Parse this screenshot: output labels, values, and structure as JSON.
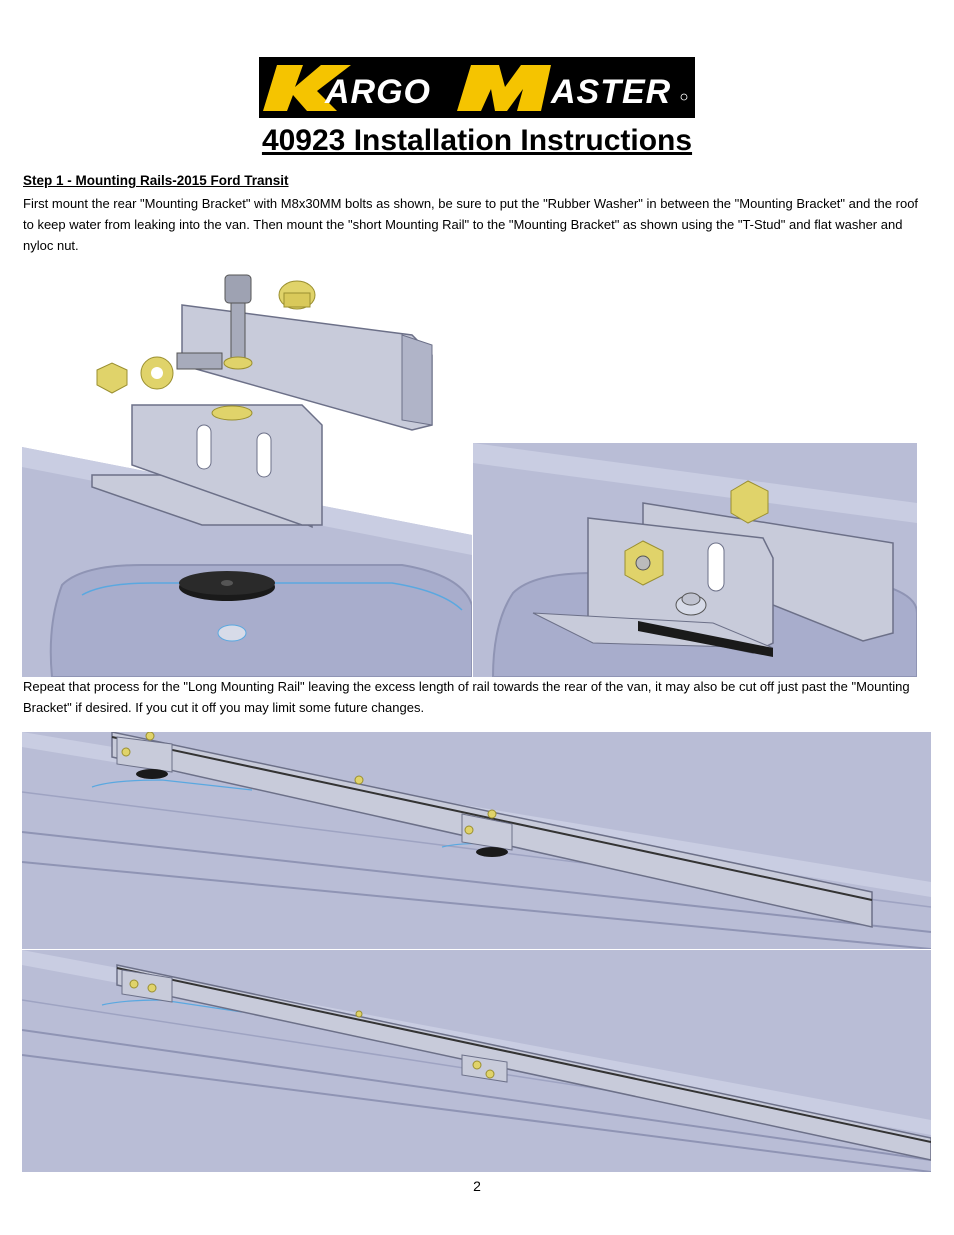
{
  "header": {
    "logo_text": "KARGO MASTER",
    "title": "40923 Installation Instructions"
  },
  "step1": {
    "heading": "Step 1 - Mounting Rails-2015 Ford Transit",
    "paragraph1": "First mount the rear \"Mounting Bracket\" with M8x30MM bolts as shown, be sure to put the \"Rubber Washer\" in between the \"Mounting Bracket\" and the roof to keep water from leaking into the van. Then mount the \"short Mounting Rail\" to the \"Mounting Bracket\" as shown using the \"T-Stud\" and flat washer and nyloc nut.",
    "paragraph2": "Repeat that process for the \"Long Mounting Rail\" leaving the excess length of rail towards the rear of the van, it may also be cut off just past the \"Mounting Bracket\" if desired. If you cut it off you may limit some future changes."
  },
  "footer": {
    "page_number": "2"
  },
  "colors": {
    "roof": "#b9bdd6",
    "roof_dark": "#9ea3c2",
    "metal": "#c8cbda",
    "brass": "#e0d36a",
    "rubber": "#1a1a1a",
    "seam": "#5aa8e0",
    "logo_yellow": "#f5c400"
  }
}
